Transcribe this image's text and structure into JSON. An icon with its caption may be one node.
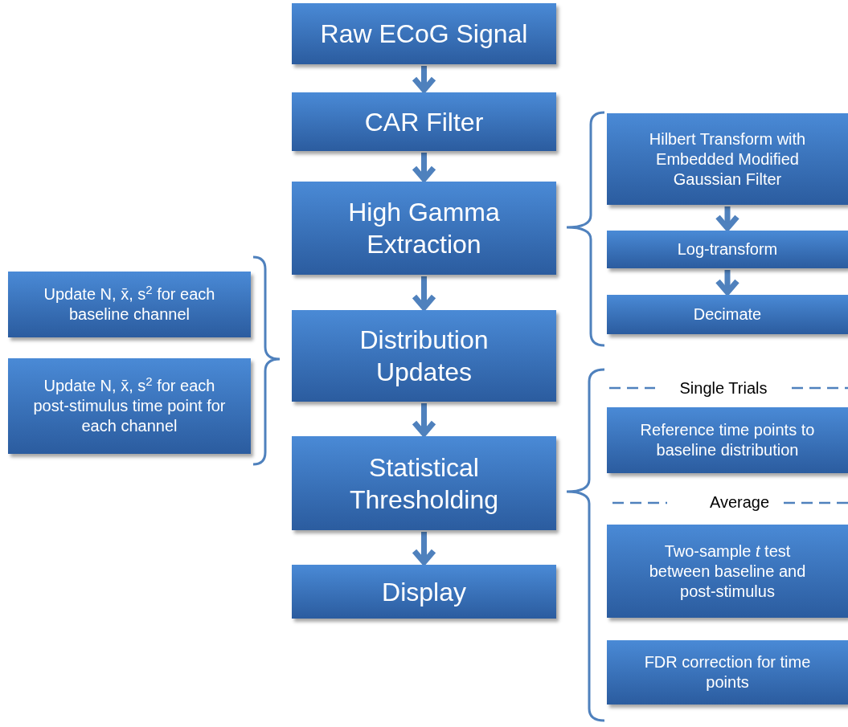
{
  "diagram": {
    "nodes": [
      {
        "text": [
          "Raw ECoG Signal"
        ]
      },
      {
        "text": [
          "CAR Filter"
        ]
      },
      {
        "text": [
          "High Gamma Extraction"
        ]
      },
      {
        "text": [
          "Distribution Updates"
        ]
      },
      {
        "text": [
          "Statistical Thresholding"
        ]
      },
      {
        "text": [
          "Display"
        ]
      },
      {
        "text": [
          "Hilbert Transform with Embedded Modified Gaussian Filter"
        ]
      },
      {
        "text": [
          "Log-transform"
        ]
      },
      {
        "text": [
          "Decimate"
        ]
      },
      {
        "text": [
          "Update N, x̄, s$^{2}$ for each baseline channel"
        ]
      },
      {
        "text": [
          "Update N, x̄, s$^{2}$ for each post-stimulus time point for each channel"
        ]
      },
      {
        "text": [
          "Reference time points to baseline distribution"
        ]
      },
      {
        "text": [
          "Two-sample *t* test between baseline and post-stimulus"
        ]
      },
      {
        "text": [
          "FDR correction for time points"
        ]
      }
    ],
    "edges": [
      {
        "from": 0,
        "to": 1,
        "arrow": "to"
      },
      {
        "from": 1,
        "to": 2,
        "arrow": "to"
      },
      {
        "from": 2,
        "to": 3,
        "arrow": "to"
      },
      {
        "from": 3,
        "to": 4,
        "arrow": "to"
      },
      {
        "from": 4,
        "to": 5,
        "arrow": "to"
      },
      {
        "from": 6,
        "to": 7,
        "arrow": "to"
      },
      {
        "from": 7,
        "to": 8,
        "arrow": "to"
      }
    ],
    "labels": [
      "Single Trials",
      "Average"
    ]
  }
}
